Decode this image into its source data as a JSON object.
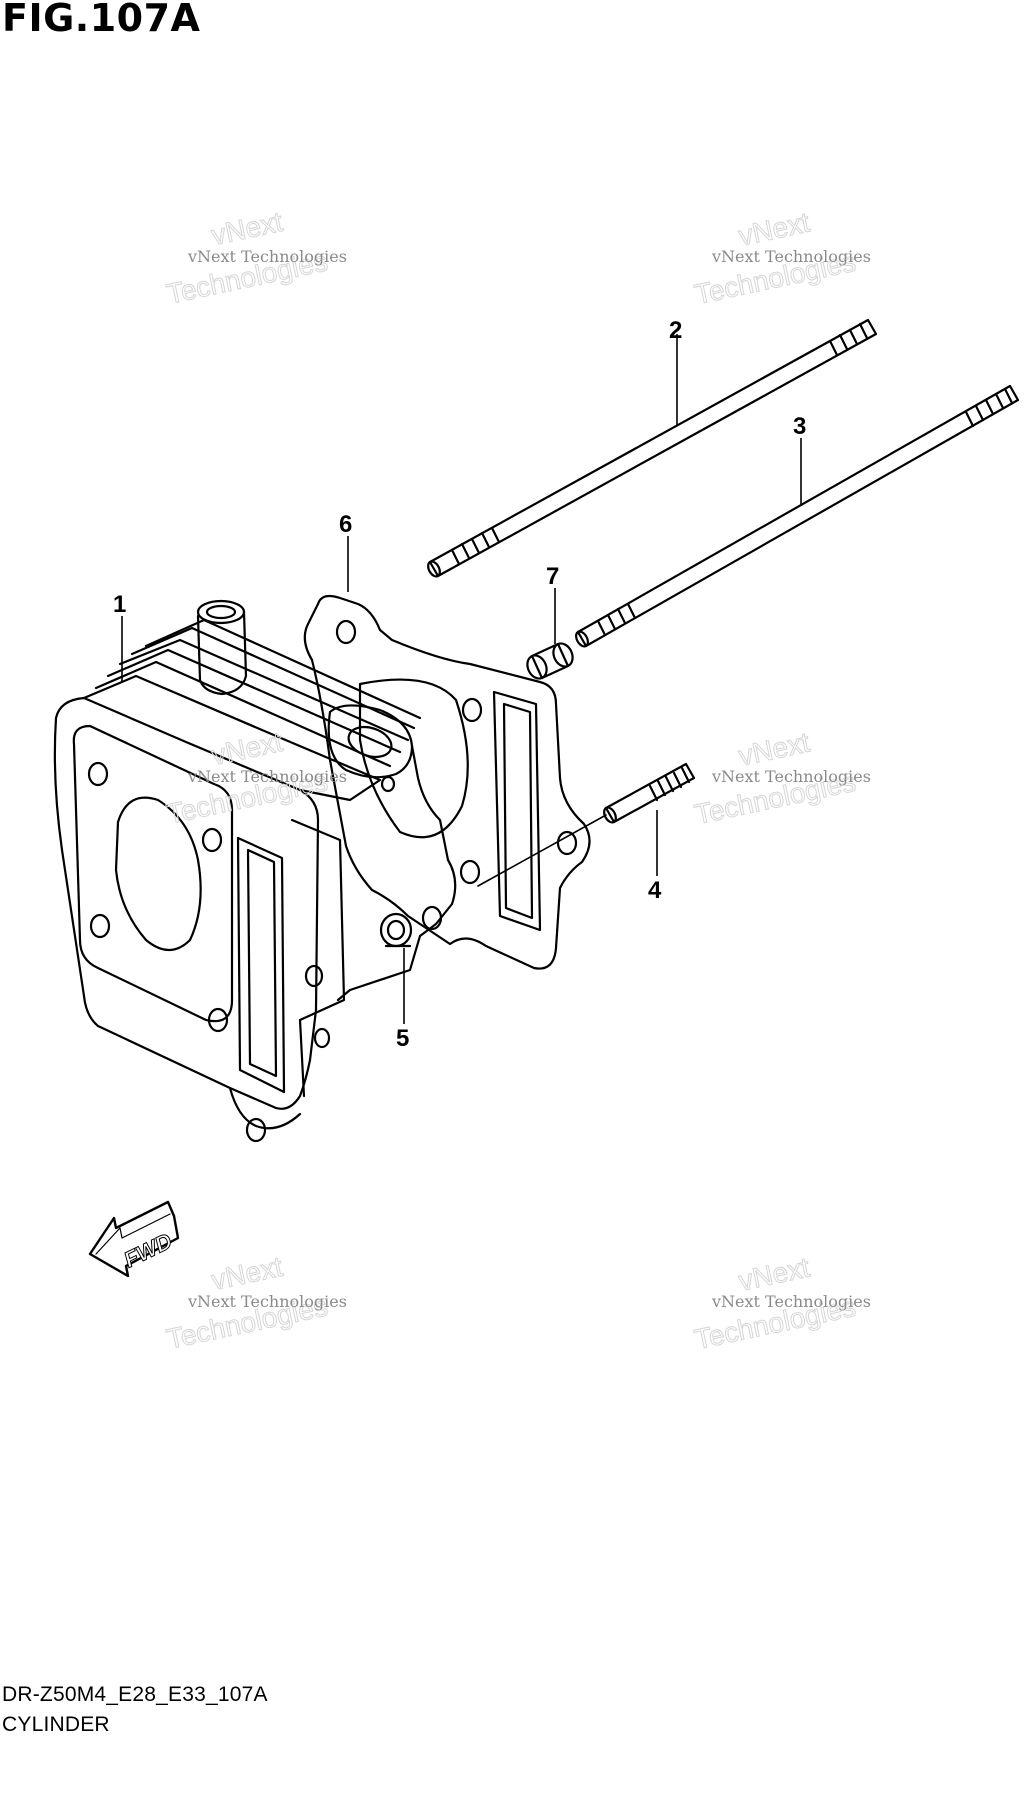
{
  "figure": {
    "title": "FIG.107A",
    "code": "DR-Z50M4_E28_E33_107A",
    "name": "CYLINDER"
  },
  "callouts": {
    "p1": "1",
    "p2": "2",
    "p3": "3",
    "p4": "4",
    "p5": "5",
    "p6": "6",
    "p7": "7"
  },
  "direction_arrow": "FWD",
  "watermark": {
    "line1": "vNext Technologies",
    "line2": "vNext",
    "line3": "Technologies"
  },
  "colors": {
    "line": "#000000",
    "watermark": "#8a8a8a",
    "background": "#ffffff"
  }
}
